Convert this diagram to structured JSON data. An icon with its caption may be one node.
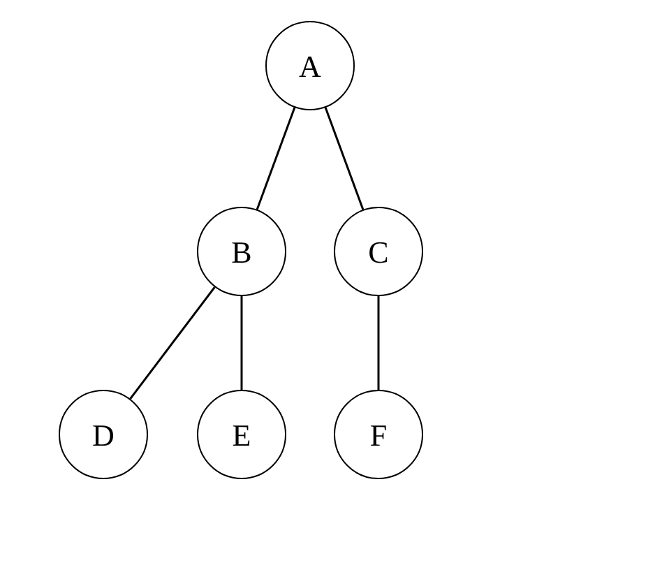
{
  "diagram": {
    "nodes": [
      {
        "text": [
          "A"
        ]
      },
      {
        "text": [
          "B"
        ]
      },
      {
        "text": [
          "C"
        ]
      },
      {
        "text": [
          "D"
        ]
      },
      {
        "text": [
          "E"
        ]
      },
      {
        "text": [
          "F"
        ]
      }
    ],
    "edges": [
      {
        "from": 0,
        "to": 1,
        "arrow": "none"
      },
      {
        "from": 0,
        "to": 2,
        "arrow": "none"
      },
      {
        "from": 1,
        "to": 3,
        "arrow": "none"
      },
      {
        "from": 1,
        "to": 4,
        "arrow": "none"
      },
      {
        "from": 2,
        "to": 5,
        "arrow": "none"
      }
    ]
  }
}
